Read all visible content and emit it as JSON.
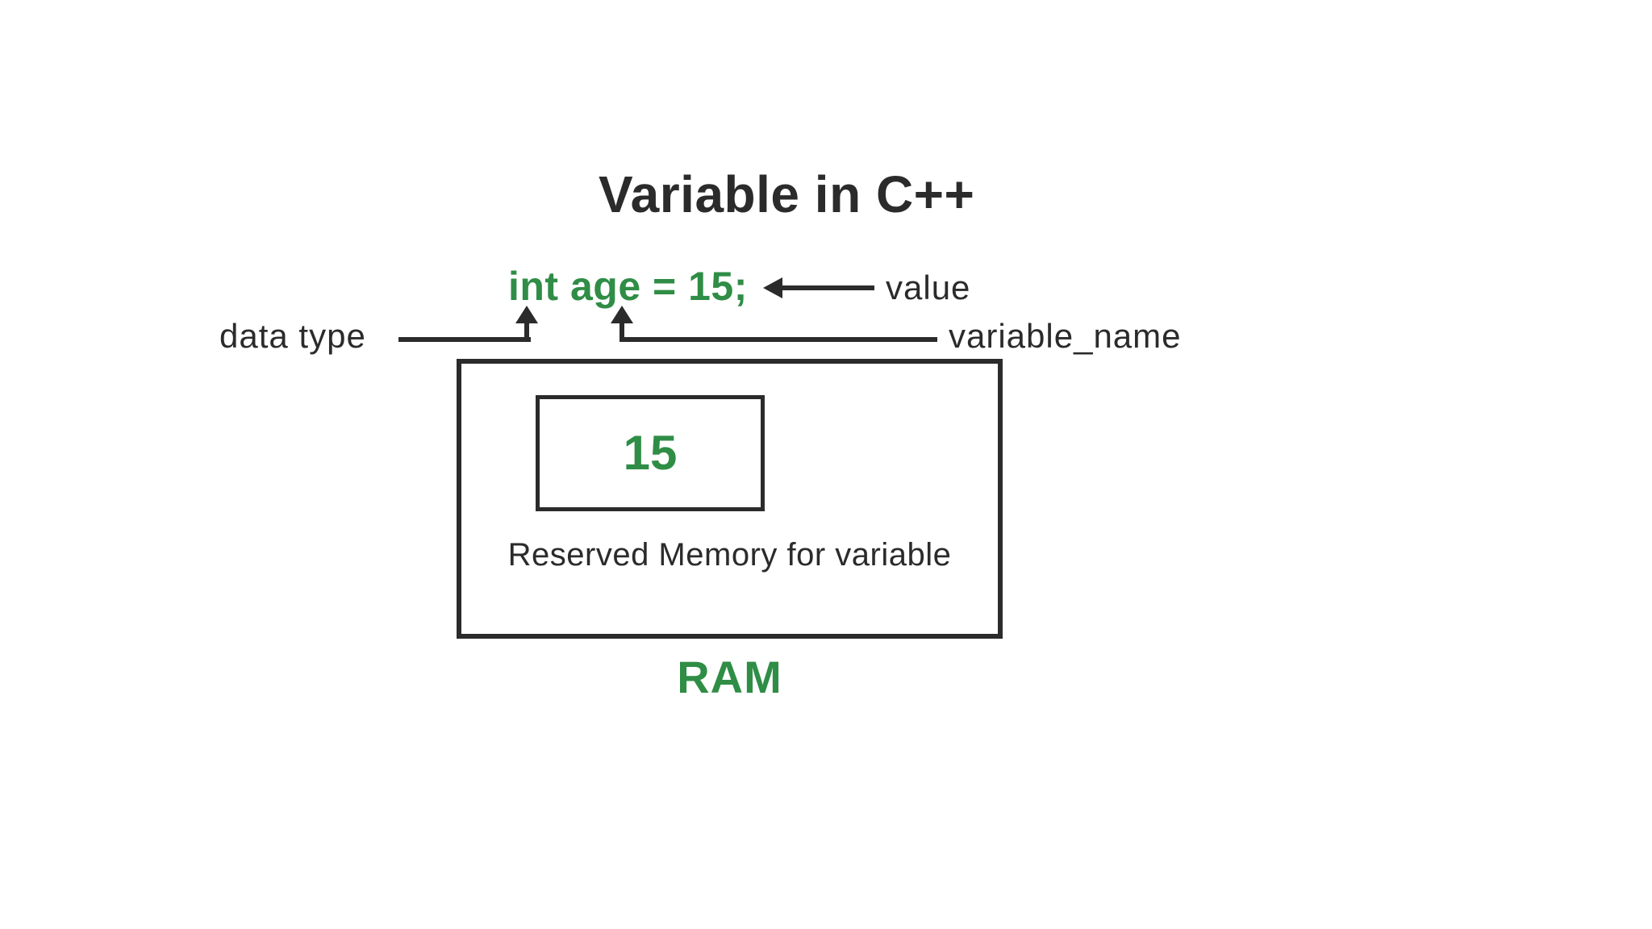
{
  "diagram": {
    "title": "Variable in C++",
    "code_statement": "int age = 15;",
    "annotations": {
      "value_label": "value",
      "data_type_label": "data type",
      "variable_name_label": "variable_name"
    },
    "memory": {
      "cell_value": "15",
      "caption": "Reserved Memory for variable",
      "ram_label": "RAM"
    },
    "colors": {
      "green": "#2f8d46",
      "ink": "#2b2b2b",
      "background": "#ffffff"
    }
  }
}
